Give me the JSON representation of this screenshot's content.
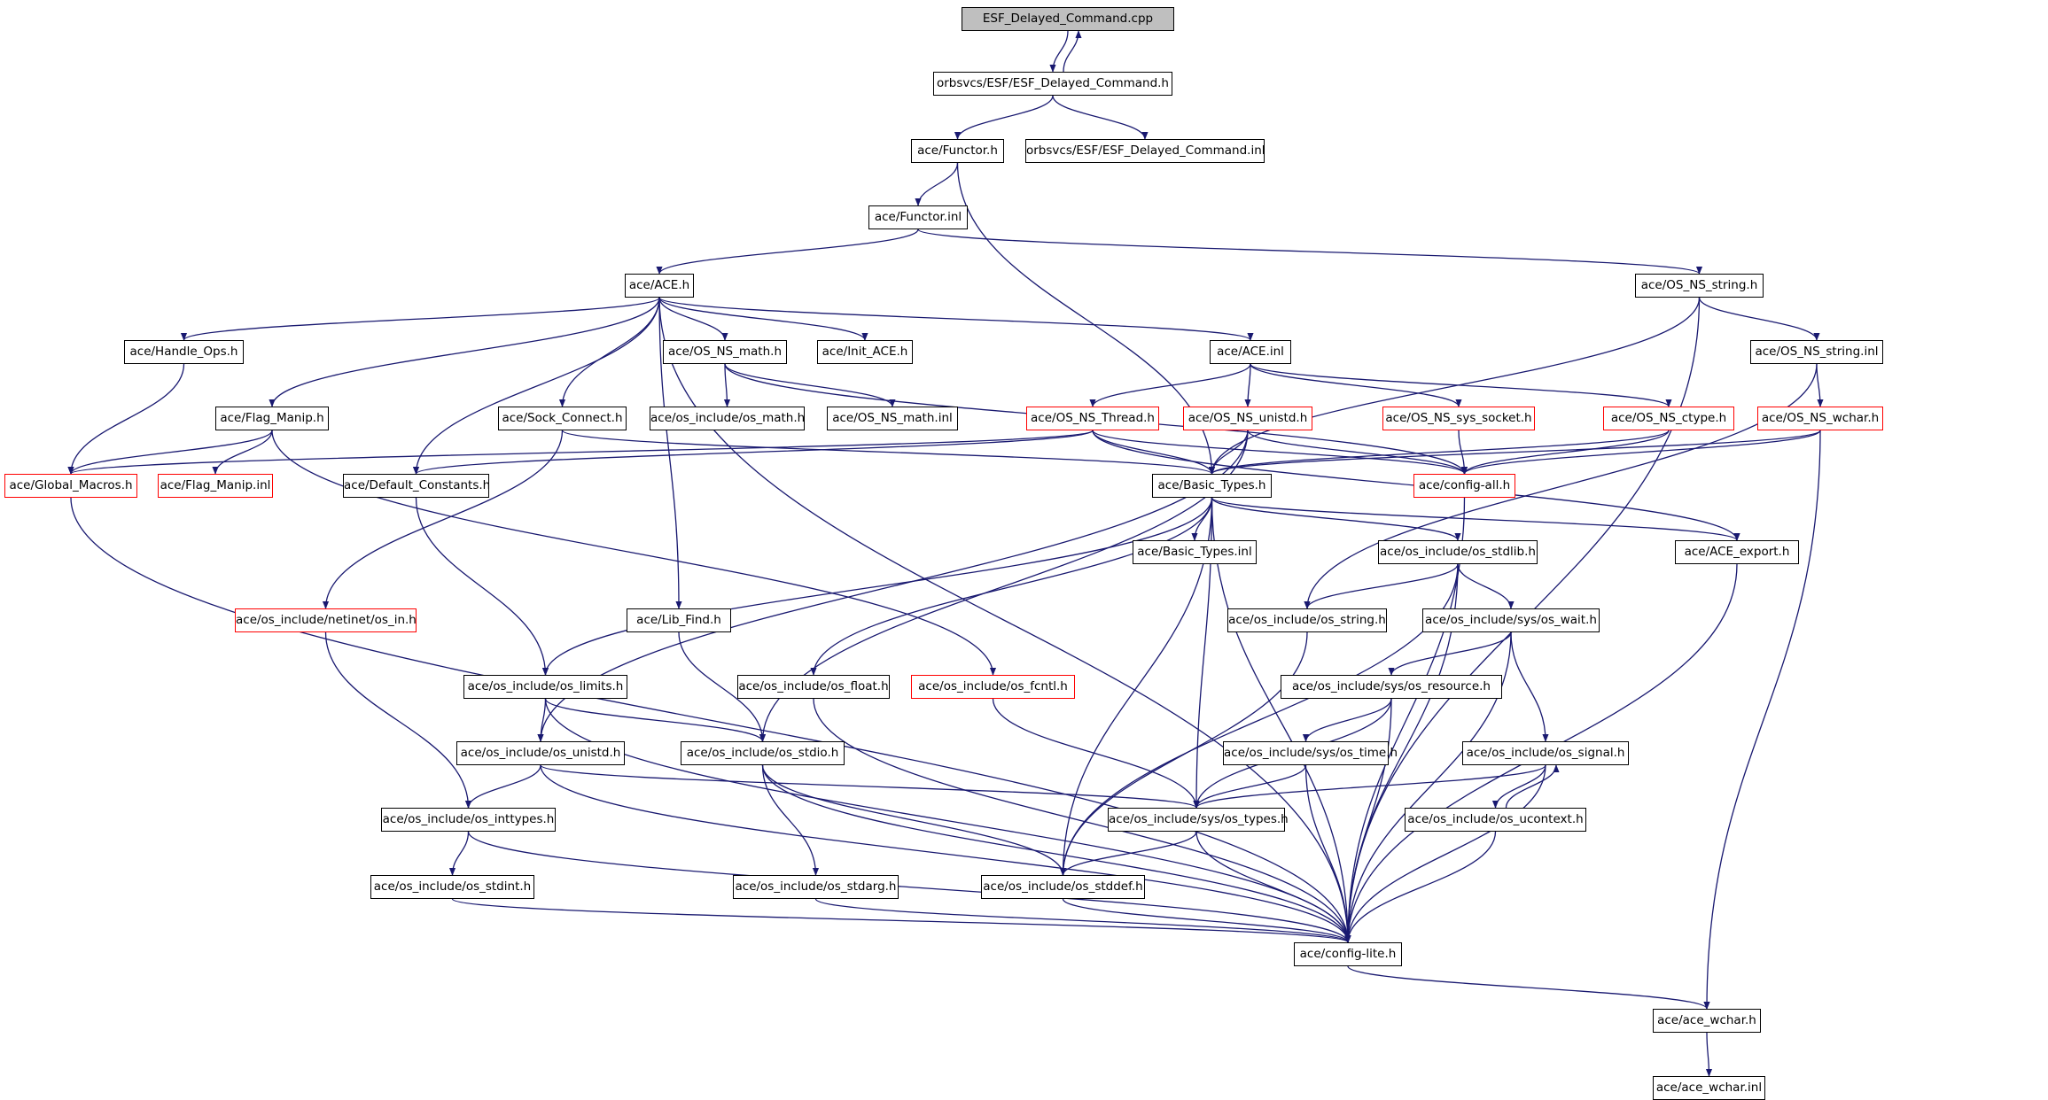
{
  "graph": {
    "edge_color": "#191970",
    "nodes": [
      {
        "id": "n0",
        "label": "ESF_Delayed_Command.cpp",
        "style": "root"
      },
      {
        "id": "n1",
        "label": "orbsvcs/ESF/ESF_Delayed_Command.h"
      },
      {
        "id": "n2",
        "label": "ace/Functor.h"
      },
      {
        "id": "n3",
        "label": "orbsvcs/ESF/ESF_Delayed_Command.inl"
      },
      {
        "id": "n4",
        "label": "ace/Functor.inl"
      },
      {
        "id": "n5",
        "label": "ace/ACE.h"
      },
      {
        "id": "n6",
        "label": "ace/OS_NS_string.h"
      },
      {
        "id": "n7",
        "label": "ace/Handle_Ops.h"
      },
      {
        "id": "n8",
        "label": "ace/OS_NS_math.h"
      },
      {
        "id": "n9",
        "label": "ace/Init_ACE.h"
      },
      {
        "id": "n10",
        "label": "ace/ACE.inl"
      },
      {
        "id": "n11",
        "label": "ace/OS_NS_string.inl"
      },
      {
        "id": "n12",
        "label": "ace/Flag_Manip.h"
      },
      {
        "id": "n13",
        "label": "ace/Sock_Connect.h"
      },
      {
        "id": "n14",
        "label": "ace/os_include/os_math.h"
      },
      {
        "id": "n15",
        "label": "ace/OS_NS_math.inl"
      },
      {
        "id": "n16",
        "label": "ace/OS_NS_Thread.h",
        "style": "red"
      },
      {
        "id": "n17",
        "label": "ace/OS_NS_unistd.h",
        "style": "red"
      },
      {
        "id": "n18",
        "label": "ace/OS_NS_sys_socket.h",
        "style": "red"
      },
      {
        "id": "n19",
        "label": "ace/OS_NS_ctype.h",
        "style": "red"
      },
      {
        "id": "n20",
        "label": "ace/OS_NS_wchar.h",
        "style": "red"
      },
      {
        "id": "n21",
        "label": "ace/Global_Macros.h",
        "style": "red"
      },
      {
        "id": "n22",
        "label": "ace/Flag_Manip.inl",
        "style": "red"
      },
      {
        "id": "n23",
        "label": "ace/Default_Constants.h"
      },
      {
        "id": "n24",
        "label": "ace/Basic_Types.h"
      },
      {
        "id": "n25",
        "label": "ace/config-all.h",
        "style": "red"
      },
      {
        "id": "n26",
        "label": "ace/Basic_Types.inl"
      },
      {
        "id": "n27",
        "label": "ace/os_include/os_stdlib.h"
      },
      {
        "id": "n28",
        "label": "ace/ACE_export.h"
      },
      {
        "id": "n29",
        "label": "ace/os_include/netinet/os_in.h",
        "style": "red"
      },
      {
        "id": "n30",
        "label": "ace/Lib_Find.h"
      },
      {
        "id": "n31",
        "label": "ace/os_include/os_string.h"
      },
      {
        "id": "n32",
        "label": "ace/os_include/sys/os_wait.h"
      },
      {
        "id": "n33",
        "label": "ace/os_include/os_limits.h"
      },
      {
        "id": "n34",
        "label": "ace/os_include/os_float.h"
      },
      {
        "id": "n35",
        "label": "ace/os_include/os_fcntl.h",
        "style": "red"
      },
      {
        "id": "n36",
        "label": "ace/os_include/sys/os_resource.h"
      },
      {
        "id": "n37",
        "label": "ace/os_include/os_unistd.h"
      },
      {
        "id": "n38",
        "label": "ace/os_include/os_stdio.h"
      },
      {
        "id": "n39",
        "label": "ace/os_include/sys/os_time.h"
      },
      {
        "id": "n40",
        "label": "ace/os_include/os_signal.h"
      },
      {
        "id": "n41",
        "label": "ace/os_include/os_inttypes.h"
      },
      {
        "id": "n42",
        "label": "ace/os_include/sys/os_types.h"
      },
      {
        "id": "n43",
        "label": "ace/os_include/os_ucontext.h"
      },
      {
        "id": "n44",
        "label": "ace/os_include/os_stdint.h"
      },
      {
        "id": "n45",
        "label": "ace/os_include/os_stdarg.h"
      },
      {
        "id": "n46",
        "label": "ace/os_include/os_stddef.h"
      },
      {
        "id": "n47",
        "label": "ace/config-lite.h"
      },
      {
        "id": "n48",
        "label": "ace/ace_wchar.h"
      },
      {
        "id": "n49",
        "label": "ace/ace_wchar.inl"
      }
    ],
    "edges": [
      [
        "n0",
        "n1"
      ],
      [
        "n1",
        "n0"
      ],
      [
        "n1",
        "n2"
      ],
      [
        "n1",
        "n3"
      ],
      [
        "n2",
        "n4"
      ],
      [
        "n2",
        "n24"
      ],
      [
        "n4",
        "n5"
      ],
      [
        "n4",
        "n6"
      ],
      [
        "n5",
        "n7"
      ],
      [
        "n5",
        "n12"
      ],
      [
        "n5",
        "n23"
      ],
      [
        "n5",
        "n13"
      ],
      [
        "n5",
        "n30"
      ],
      [
        "n5",
        "n8"
      ],
      [
        "n5",
        "n9"
      ],
      [
        "n5",
        "n10"
      ],
      [
        "n5",
        "n47"
      ],
      [
        "n6",
        "n11"
      ],
      [
        "n6",
        "n24"
      ],
      [
        "n6",
        "n47"
      ],
      [
        "n7",
        "n21"
      ],
      [
        "n8",
        "n14"
      ],
      [
        "n8",
        "n15"
      ],
      [
        "n8",
        "n25"
      ],
      [
        "n10",
        "n16"
      ],
      [
        "n10",
        "n17"
      ],
      [
        "n10",
        "n18"
      ],
      [
        "n10",
        "n19"
      ],
      [
        "n11",
        "n20"
      ],
      [
        "n11",
        "n31"
      ],
      [
        "n12",
        "n21"
      ],
      [
        "n12",
        "n22"
      ],
      [
        "n12",
        "n35"
      ],
      [
        "n13",
        "n29"
      ],
      [
        "n13",
        "n24"
      ],
      [
        "n16",
        "n21"
      ],
      [
        "n16",
        "n23"
      ],
      [
        "n16",
        "n24"
      ],
      [
        "n16",
        "n25"
      ],
      [
        "n16",
        "n28"
      ],
      [
        "n17",
        "n24"
      ],
      [
        "n17",
        "n25"
      ],
      [
        "n17",
        "n37"
      ],
      [
        "n17",
        "n38"
      ],
      [
        "n18",
        "n25"
      ],
      [
        "n19",
        "n25"
      ],
      [
        "n19",
        "n24"
      ],
      [
        "n20",
        "n24"
      ],
      [
        "n20",
        "n25"
      ],
      [
        "n20",
        "n48"
      ],
      [
        "n21",
        "n47"
      ],
      [
        "n23",
        "n33"
      ],
      [
        "n24",
        "n26"
      ],
      [
        "n24",
        "n27"
      ],
      [
        "n24",
        "n28"
      ],
      [
        "n24",
        "n33"
      ],
      [
        "n24",
        "n34"
      ],
      [
        "n24",
        "n46"
      ],
      [
        "n24",
        "n42"
      ],
      [
        "n24",
        "n47"
      ],
      [
        "n25",
        "n47"
      ],
      [
        "n27",
        "n31"
      ],
      [
        "n27",
        "n32"
      ],
      [
        "n27",
        "n46"
      ],
      [
        "n27",
        "n47"
      ],
      [
        "n28",
        "n47"
      ],
      [
        "n29",
        "n41"
      ],
      [
        "n30",
        "n38"
      ],
      [
        "n31",
        "n46"
      ],
      [
        "n32",
        "n36"
      ],
      [
        "n32",
        "n40"
      ],
      [
        "n32",
        "n47"
      ],
      [
        "n33",
        "n37"
      ],
      [
        "n33",
        "n38"
      ],
      [
        "n33",
        "n47"
      ],
      [
        "n34",
        "n47"
      ],
      [
        "n35",
        "n42"
      ],
      [
        "n36",
        "n39"
      ],
      [
        "n36",
        "n42"
      ],
      [
        "n36",
        "n47"
      ],
      [
        "n37",
        "n41"
      ],
      [
        "n37",
        "n42"
      ],
      [
        "n37",
        "n47"
      ],
      [
        "n38",
        "n45"
      ],
      [
        "n38",
        "n46"
      ],
      [
        "n38",
        "n47"
      ],
      [
        "n39",
        "n42"
      ],
      [
        "n39",
        "n47"
      ],
      [
        "n40",
        "n42"
      ],
      [
        "n40",
        "n43"
      ],
      [
        "n40",
        "n47"
      ],
      [
        "n41",
        "n44"
      ],
      [
        "n41",
        "n47"
      ],
      [
        "n42",
        "n46"
      ],
      [
        "n42",
        "n47"
      ],
      [
        "n43",
        "n40"
      ],
      [
        "n43",
        "n47"
      ],
      [
        "n44",
        "n47"
      ],
      [
        "n45",
        "n47"
      ],
      [
        "n46",
        "n47"
      ],
      [
        "n47",
        "n48"
      ],
      [
        "n48",
        "n49"
      ]
    ]
  }
}
